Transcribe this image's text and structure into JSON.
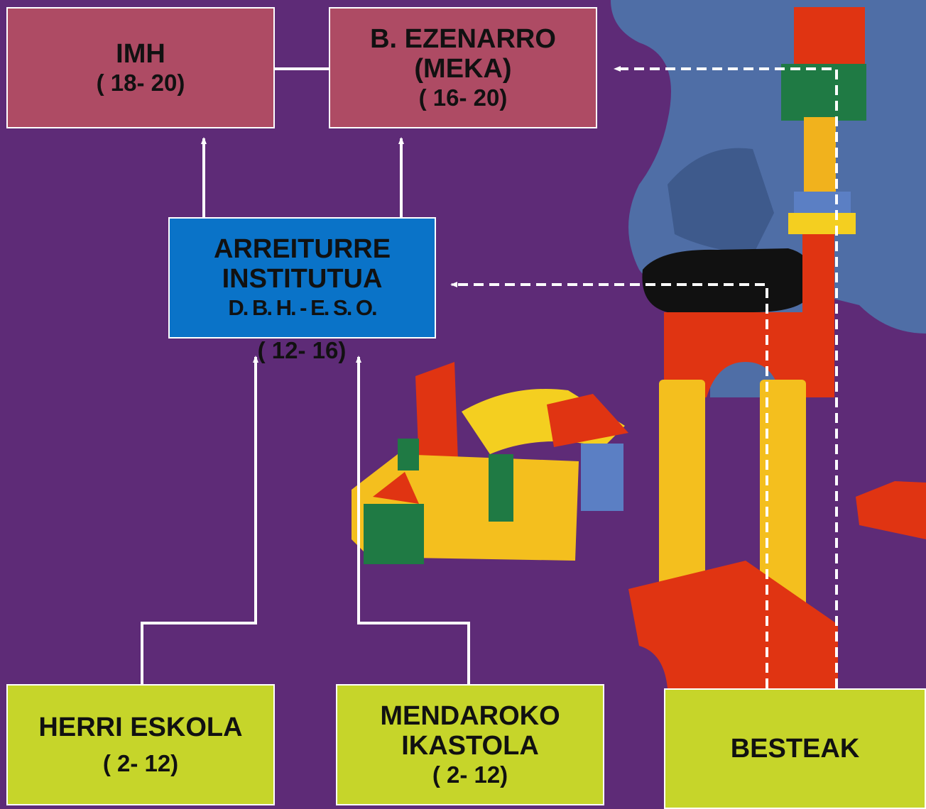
{
  "boxes": {
    "imh": {
      "title": "IMH",
      "ages": "( 18- 20)"
    },
    "ezenarro": {
      "title_line1": "B. EZENARRO",
      "title_line2": "(MEKA)",
      "ages": "( 16- 20)"
    },
    "arreiturre": {
      "title_line1": "ARREITURRE",
      "title_line2": "INSTITUTUA",
      "subtitle": "D. B. H. - E. S. O.",
      "ages": "( 12- 16)"
    },
    "herri": {
      "title": "HERRI ESKOLA",
      "ages": "( 2- 12)"
    },
    "mendaro": {
      "title_line1": "MENDAROKO",
      "title_line2": "IKASTOLA",
      "ages": "( 2- 12)"
    },
    "besteak": {
      "title": "BESTEAK"
    }
  },
  "colors": {
    "background": "#5e2b77",
    "upper_box": "#ae4b64",
    "middle_box": "#0a73c8",
    "lower_box": "#c6d52a",
    "connector": "#ffffff"
  }
}
